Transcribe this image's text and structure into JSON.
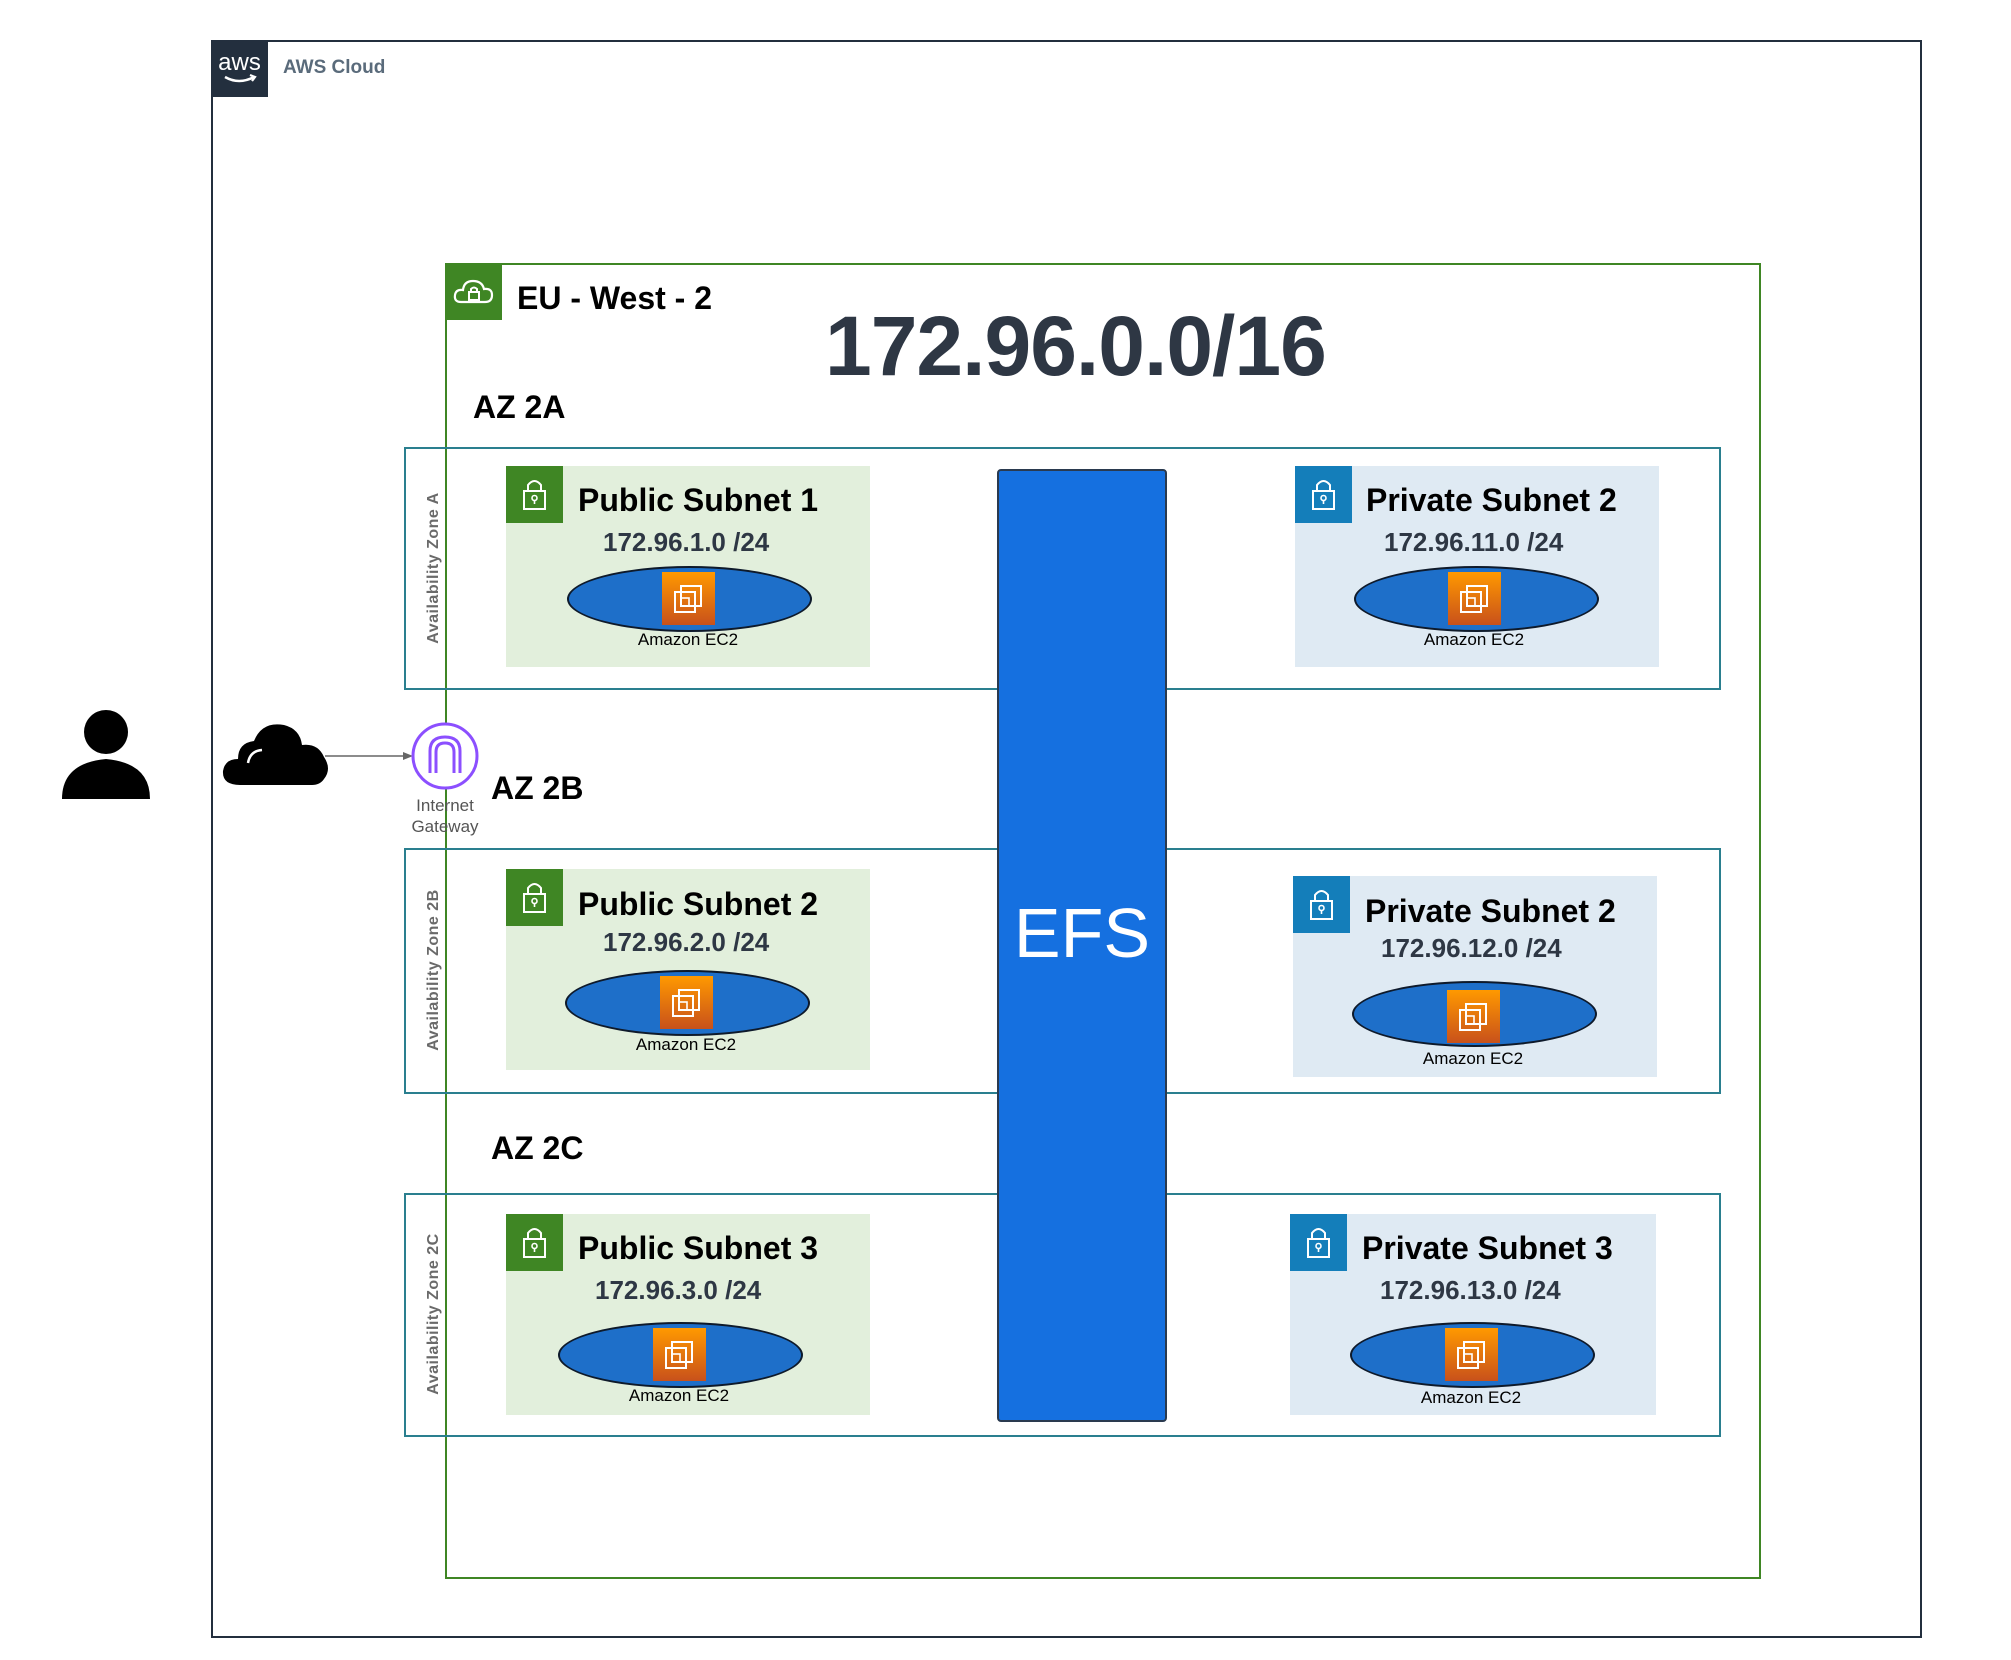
{
  "cloud": {
    "label": "AWS Cloud",
    "logo_text": "aws"
  },
  "region": {
    "label": "EU - West - 2",
    "cidr": "172.96.0.0/16"
  },
  "gateway": {
    "label_line1": "Internet",
    "label_line2": "Gateway"
  },
  "efs": {
    "label": "EFS"
  },
  "zones": [
    {
      "title": "AZ 2A",
      "vertical_label": "Availability Zone A",
      "public": {
        "name": "Public Subnet 1",
        "cidr": "172.96.1.0 /24",
        "instance": "Amazon EC2"
      },
      "private": {
        "name": "Private Subnet 2",
        "cidr": "172.96.11.0 /24",
        "instance": "Amazon EC2"
      }
    },
    {
      "title": "AZ 2B",
      "vertical_label": "Availability Zone 2B",
      "public": {
        "name": "Public Subnet 2",
        "cidr": "172.96.2.0 /24",
        "instance": "Amazon EC2"
      },
      "private": {
        "name": "Private Subnet 2",
        "cidr": "172.96.12.0 /24",
        "instance": "Amazon EC2"
      }
    },
    {
      "title": "AZ 2C",
      "vertical_label": "Availability Zone 2C",
      "public": {
        "name": "Public Subnet 3",
        "cidr": "172.96.3.0 /24",
        "instance": "Amazon EC2"
      },
      "private": {
        "name": "Private Subnet 3",
        "cidr": "172.96.13.0 /24",
        "instance": "Amazon EC2"
      }
    }
  ],
  "colors": {
    "cloud_border": "#232f3e",
    "region_green": "#3f8624",
    "public_subnet_bg": "#e2efdc",
    "private_subnet_bg": "#dfeaf3",
    "private_lock": "#147eba",
    "efs_blue": "#1570e0",
    "ec2_orange": "#ff9900",
    "gateway_purple": "#8c4fff"
  }
}
